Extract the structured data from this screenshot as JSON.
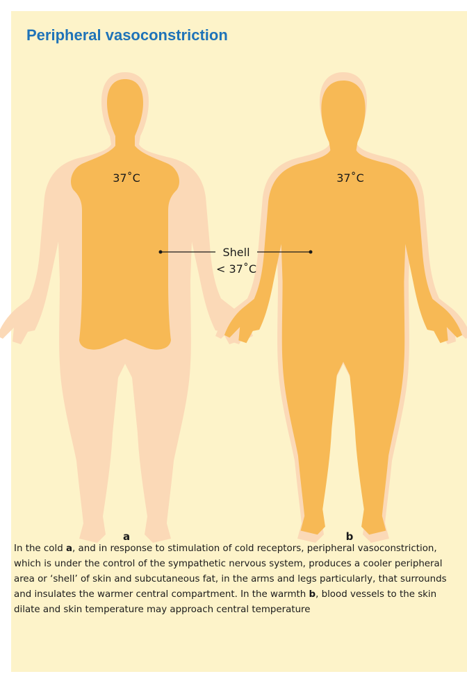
{
  "title": "Peripheral vasoconstriction",
  "figure": {
    "core_temp_label": "37˚C",
    "shell_label": "Shell",
    "shell_temp_label": "< 37˚C",
    "panel_a_label": "a",
    "panel_b_label": "b",
    "colors": {
      "background": "#fdf3c9",
      "shell": "#fbd9b7",
      "core": "#f7b955",
      "title": "#1f73b8"
    }
  },
  "caption": {
    "part1": "In the cold ",
    "ref_a": "a",
    "part2": ", and in response to stimulation of cold receptors, peripheral vasoconstriction, which is under the control of the sympathetic nervous system, produces a cooler peripheral area or ‘shell’ of skin and subcutaneous fat, in the arms and legs particularly, that surrounds and insulates the warmer central compartment. In the warmth ",
    "ref_b": "b",
    "part3": ", blood vessels to the skin dilate and skin temperature may approach central temperature"
  }
}
